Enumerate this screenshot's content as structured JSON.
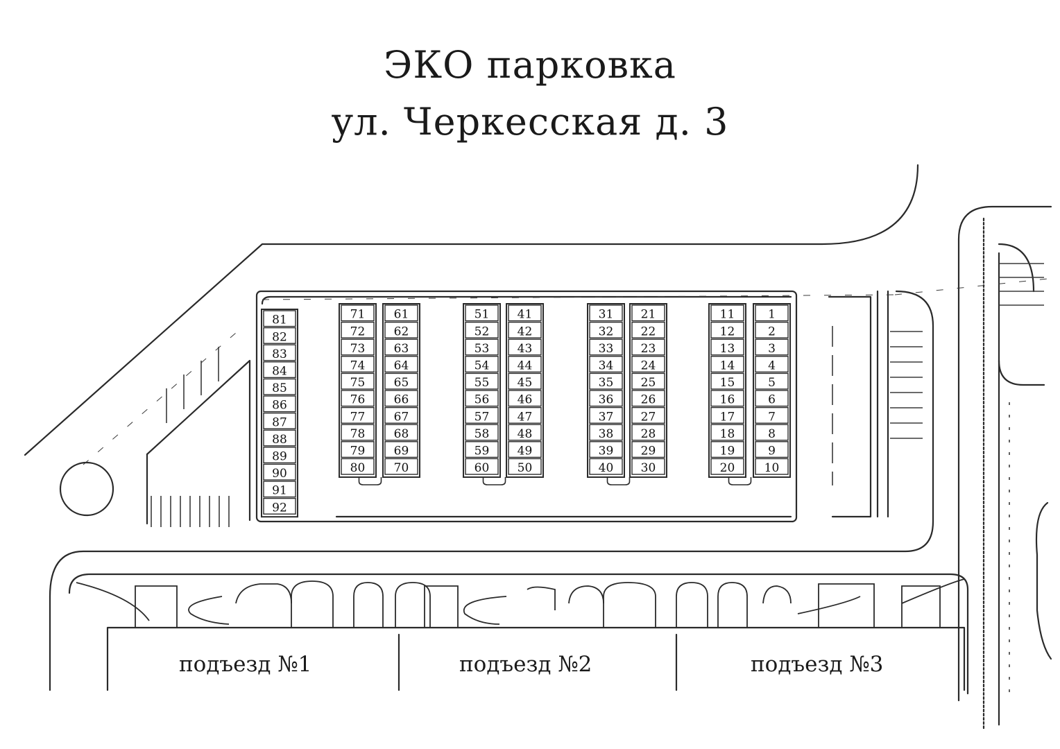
{
  "title": {
    "line1": "ЭКО парковка",
    "line2": "ул. Черкесская д. 3"
  },
  "entrances": [
    "подъезд №1",
    "подъезд №2",
    "подъезд №3"
  ],
  "colors": {
    "ink": "#2a2a2a",
    "paper": "#ffffff"
  },
  "parking": {
    "columns": [
      {
        "spots": [
          "1",
          "2",
          "3",
          "4",
          "5",
          "6",
          "7",
          "8",
          "9",
          "10"
        ]
      },
      {
        "spots": [
          "11",
          "12",
          "13",
          "14",
          "15",
          "16",
          "17",
          "18",
          "19",
          "20"
        ]
      },
      {
        "spots": [
          "21",
          "22",
          "23",
          "24",
          "25",
          "26",
          "27",
          "28",
          "29",
          "30"
        ]
      },
      {
        "spots": [
          "31",
          "32",
          "33",
          "34",
          "35",
          "36",
          "37",
          "38",
          "39",
          "40"
        ]
      },
      {
        "spots": [
          "41",
          "42",
          "43",
          "44",
          "45",
          "46",
          "47",
          "48",
          "49",
          "50"
        ]
      },
      {
        "spots": [
          "51",
          "52",
          "53",
          "54",
          "55",
          "56",
          "57",
          "58",
          "59",
          "60"
        ]
      },
      {
        "spots": [
          "61",
          "62",
          "63",
          "64",
          "65",
          "66",
          "67",
          "68",
          "69",
          "70"
        ]
      },
      {
        "spots": [
          "71",
          "72",
          "73",
          "74",
          "75",
          "76",
          "77",
          "78",
          "79",
          "80"
        ]
      },
      {
        "spots": [
          "81",
          "82",
          "83",
          "84",
          "85",
          "86",
          "87",
          "88",
          "89",
          "90",
          "91",
          "92"
        ]
      }
    ]
  }
}
